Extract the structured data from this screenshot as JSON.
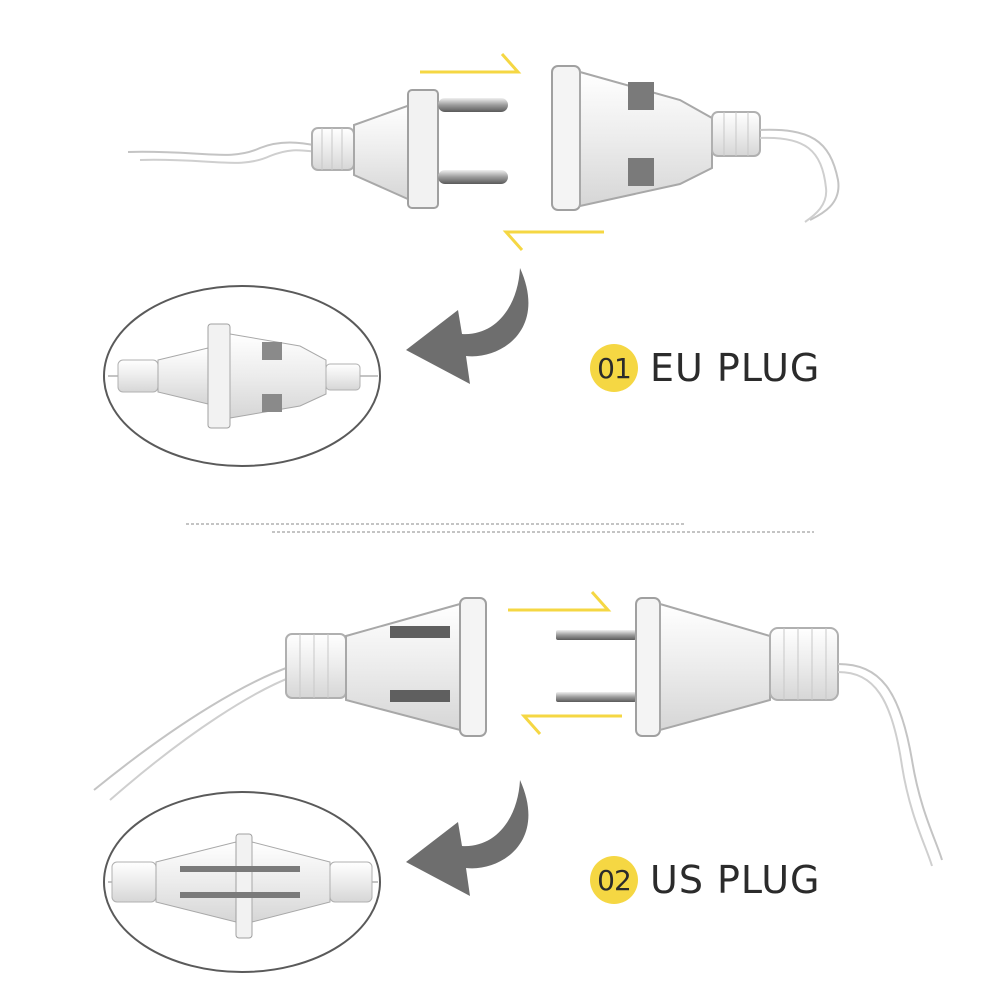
{
  "colors": {
    "accent_yellow": "#f5d743",
    "arrow_gray": "#6e6e6e",
    "plug_outline": "#9a9a9a",
    "wire": "#bdbdbd",
    "text": "#2b2b2b"
  },
  "sections": [
    {
      "number": "01",
      "label": "EU PLUG"
    },
    {
      "number": "02",
      "label": "US PLUG"
    }
  ]
}
